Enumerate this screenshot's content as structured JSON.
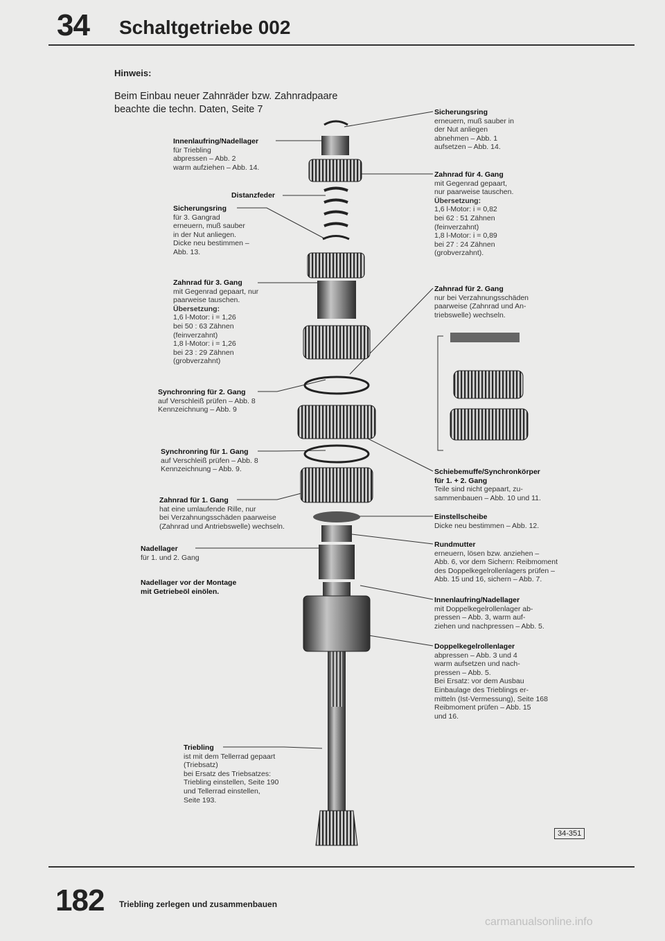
{
  "header": {
    "section_number": "34",
    "title": "Schaltgetriebe 002"
  },
  "hint": {
    "label": "Hinweis:",
    "text": "Beim Einbau neuer Zahnräder bzw. Zahnradpaare beachte die techn. Daten, Seite 7"
  },
  "left_labels": [
    {
      "title": "Innenlaufring/Nadellager",
      "lines": [
        "für Triebling",
        "abpressen – Abb. 2",
        "warm aufziehen – Abb. 14."
      ]
    },
    {
      "title": "Distanzfeder",
      "lines": []
    },
    {
      "title": "Sicherungsring",
      "lines": [
        "für 3. Gangrad",
        "erneuern, muß sauber",
        "in der Nut anliegen.",
        "Dicke neu bestimmen –",
        "Abb. 13."
      ]
    },
    {
      "title": "Zahnrad für 3. Gang",
      "lines": [
        "mit Gegenrad gepaart, nur",
        "paarweise tauschen.",
        "Übersetzung:",
        "1,6 l-Motor: i = 1,26",
        "bei 50 : 63 Zähnen",
        "(feinverzahnt)",
        "1,8 l-Motor: i = 1,26",
        "bei 23 : 29 Zähnen",
        "(grobverzahnt)"
      ]
    },
    {
      "title": "Synchronring für 2. Gang",
      "lines": [
        "auf Verschleiß prüfen – Abb. 8",
        "Kennzeichnung – Abb. 9"
      ]
    },
    {
      "title": "Synchronring für 1. Gang",
      "lines": [
        "auf Verschleiß prüfen – Abb. 8",
        "Kennzeichnung – Abb. 9."
      ]
    },
    {
      "title": "Zahnrad für 1. Gang",
      "lines": [
        "hat eine umlaufende Rille, nur",
        "bei Verzahnungsschäden paarweise",
        "(Zahnrad und Antriebswelle) wechseln."
      ]
    },
    {
      "title": "Nadellager",
      "lines": [
        "für 1. und 2. Gang"
      ]
    },
    {
      "title": "Nadellager vor der Montage",
      "lines": [
        "mit Getriebeöl einölen."
      ]
    },
    {
      "title": "Triebling",
      "lines": [
        "ist mit dem Tellerrad gepaart",
        "(Triebsatz)",
        "bei Ersatz des Triebsatzes:",
        "Triebling einstellen, Seite 190",
        "und Tellerrad einstellen,",
        "Seite 193."
      ]
    }
  ],
  "right_labels": [
    {
      "title": "Sicherungsring",
      "lines": [
        "erneuern, muß sauber in",
        "der Nut anliegen",
        "abnehmen – Abb. 1",
        "aufsetzen – Abb. 14."
      ]
    },
    {
      "title": "Zahnrad für 4. Gang",
      "lines": [
        "mit Gegenrad gepaart,",
        "nur paarweise tauschen.",
        "Übersetzung:",
        "1,6 l-Motor: i = 0,82",
        "bei 62 : 51 Zähnen",
        "(feinverzahnt)",
        "1,8 l-Motor: i = 0,89",
        "bei 27 : 24 Zähnen",
        "(grobverzahnt)."
      ]
    },
    {
      "title": "Zahnrad für 2. Gang",
      "lines": [
        "nur bei Verzahnungsschäden",
        "paarweise (Zahnrad und An-",
        "triebswelle) wechseln."
      ]
    },
    {
      "title": "Schiebemuffe/Synchronkörper",
      "lines": [
        "für 1. + 2. Gang",
        "Teile sind nicht gepaart, zu-",
        "sammenbauen – Abb. 10 und 11."
      ]
    },
    {
      "title": "Einstellscheibe",
      "lines": [
        "Dicke neu bestimmen – Abb. 12."
      ]
    },
    {
      "title": "Rundmutter",
      "lines": [
        "erneuern, lösen bzw. anziehen –",
        "Abb. 6, vor dem Sichern: Reibmoment",
        "des Doppelkegelrollenlagers prüfen –",
        "Abb. 15 und 16, sichern – Abb. 7."
      ]
    },
    {
      "title": "Innenlaufring/Nadellager",
      "lines": [
        "mit Doppelkegelrollenlager ab-",
        "pressen – Abb. 3, warm auf-",
        "ziehen und nachpressen – Abb. 5."
      ]
    },
    {
      "title": "Doppelkegelrollenlager",
      "lines": [
        "abpressen – Abb. 3 und 4",
        "warm aufsetzen und nach-",
        "pressen – Abb. 5.",
        "Bei Ersatz: vor dem Ausbau",
        "Einbaulage des Trieblings er-",
        "mitteln (Ist-Vermessung), Seite 168",
        "Reibmoment prüfen – Abb. 15",
        "und 16."
      ]
    }
  ],
  "figure_code": "34-351",
  "footer": {
    "page_number": "182",
    "text": "Triebling zerlegen und zusammenbauen"
  },
  "watermark": "carmanualsonline.info",
  "colors": {
    "page": "#ebebea",
    "metal_dark": "#3a3a3a",
    "metal_light": "#b5b5b5"
  }
}
